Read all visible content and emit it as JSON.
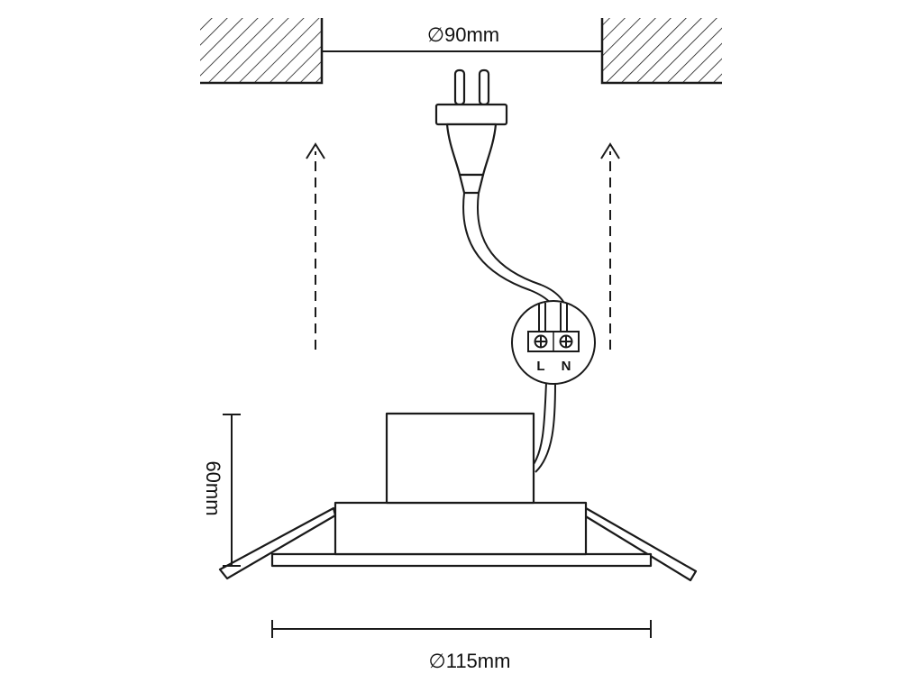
{
  "labels": {
    "cutout_diameter": "∅90mm",
    "outer_diameter": "∅115mm",
    "height": "60mm",
    "terminal_live": "L",
    "terminal_neutral": "N"
  },
  "colors": {
    "stroke": "#1a1a1a",
    "background": "#ffffff"
  }
}
